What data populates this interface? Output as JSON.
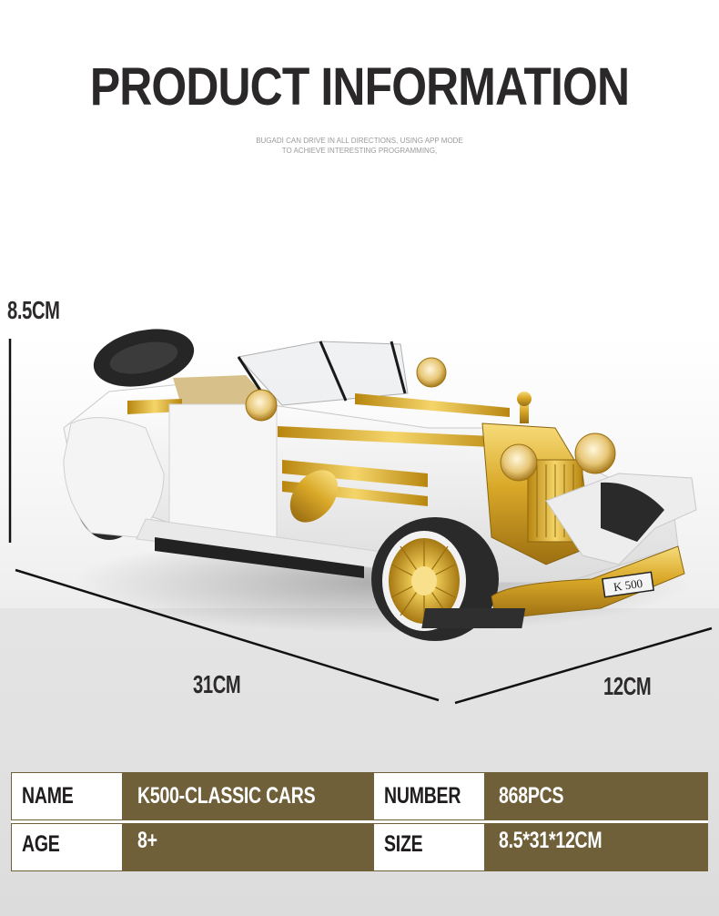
{
  "header": {
    "title": "PRODUCT INFORMATION",
    "subtitle_line1": "BUGADI CAN DRIVE IN ALL DIRECTIONS, USING APP MODE",
    "subtitle_line2": "TO ACHIEVE INTERESTING PROGRAMMING,"
  },
  "dimensions": {
    "height": "8.5CM",
    "length": "31CM",
    "width": "12CM"
  },
  "product_image": {
    "subject": "white and gold classic convertible brick-built car model",
    "license_plate": "K 500"
  },
  "specs": {
    "rows": [
      {
        "label1": "NAME",
        "value1": "K500-CLASSIC CARS",
        "label2": "NUMBER",
        "value2": "868PCS"
      },
      {
        "label1": "AGE",
        "value1": "8+",
        "label2": "SIZE",
        "value2": "8.5*31*12CM"
      }
    ]
  },
  "colors": {
    "title_text": "#2b2829",
    "subtitle_text": "#9a9a9a",
    "table_olive": "#6f6039",
    "table_label_bg": "#ffffff",
    "floor_gray": "#e2e2e2",
    "car_white": "#f2f2f2",
    "car_gold": "#d4a62a"
  }
}
